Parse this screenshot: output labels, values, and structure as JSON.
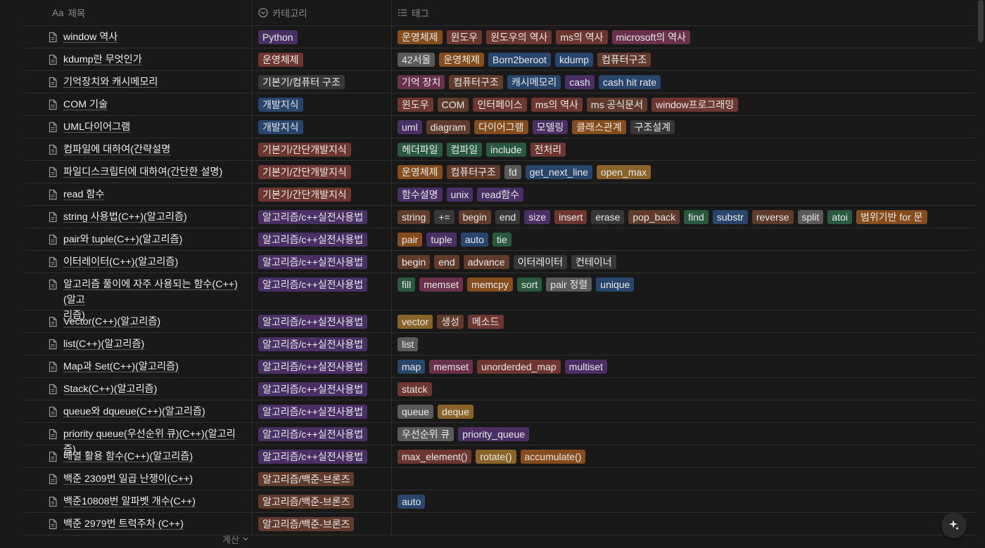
{
  "columns": {
    "title": "제목",
    "title_prefix": "Aa",
    "category": "카테고리",
    "tags": "태그"
  },
  "rows": [
    {
      "title": "window 역사",
      "category": {
        "label": "Python",
        "color": "purple"
      },
      "tags": [
        {
          "label": "운영체제",
          "color": "orange"
        },
        {
          "label": "윈도우",
          "color": "red"
        },
        {
          "label": "윈도우의 역사",
          "color": "red"
        },
        {
          "label": "ms의 역사",
          "color": "red"
        },
        {
          "label": "microsoft의 역사",
          "color": "pink"
        }
      ]
    },
    {
      "title": "kdump란 무엇인가",
      "category": {
        "label": "운영체제",
        "color": "red"
      },
      "tags": [
        {
          "label": "42서울",
          "color": "gray"
        },
        {
          "label": "운영체제",
          "color": "orange"
        },
        {
          "label": "Born2beroot",
          "color": "blue"
        },
        {
          "label": "kdump",
          "color": "blue"
        },
        {
          "label": "컴퓨터구조",
          "color": "brown"
        }
      ]
    },
    {
      "title": "기억장치와 캐시메모리",
      "category": {
        "label": "기본기/컴퓨터 구조",
        "color": "default"
      },
      "tags": [
        {
          "label": "기억 장치",
          "color": "pink"
        },
        {
          "label": "컴퓨터구조",
          "color": "brown"
        },
        {
          "label": "캐시메모리",
          "color": "blue"
        },
        {
          "label": "cash",
          "color": "purple"
        },
        {
          "label": "cash hit rate",
          "color": "blue"
        }
      ]
    },
    {
      "title": "COM 기술",
      "category": {
        "label": "개발지식",
        "color": "blue"
      },
      "tags": [
        {
          "label": "윈도우",
          "color": "red"
        },
        {
          "label": "COM",
          "color": "brown"
        },
        {
          "label": "인터페이스",
          "color": "red"
        },
        {
          "label": "ms의 역사",
          "color": "red"
        },
        {
          "label": "ms 공식문서",
          "color": "brown"
        },
        {
          "label": "window프로그래밍",
          "color": "red"
        }
      ]
    },
    {
      "title": "UML다이어그램",
      "category": {
        "label": "개발지식",
        "color": "blue"
      },
      "tags": [
        {
          "label": "uml",
          "color": "purple"
        },
        {
          "label": "diagram",
          "color": "brown"
        },
        {
          "label": "다이어그램",
          "color": "orange"
        },
        {
          "label": "모델링",
          "color": "purple"
        },
        {
          "label": "클래스관계",
          "color": "orange"
        },
        {
          "label": "구조설계",
          "color": "default"
        }
      ]
    },
    {
      "title": "컴파일에 대하여(간략설명",
      "category": {
        "label": "기본기/간단개발지식",
        "color": "red"
      },
      "tags": [
        {
          "label": "헤더파일",
          "color": "green"
        },
        {
          "label": "컴파일",
          "color": "green"
        },
        {
          "label": "include",
          "color": "green"
        },
        {
          "label": "전처리",
          "color": "red"
        }
      ]
    },
    {
      "title": "파일디스크립터에 대하여(간단한 설명)",
      "category": {
        "label": "기본기/간단개발지식",
        "color": "red"
      },
      "tags": [
        {
          "label": "운영체제",
          "color": "orange"
        },
        {
          "label": "컴퓨터구조",
          "color": "brown"
        },
        {
          "label": "fd",
          "color": "gray"
        },
        {
          "label": "get_next_line",
          "color": "blue"
        },
        {
          "label": "open_max",
          "color": "yellow"
        }
      ]
    },
    {
      "title": "read 함수",
      "category": {
        "label": "기본기/간단개발지식",
        "color": "red"
      },
      "tags": [
        {
          "label": "함수설명",
          "color": "purple"
        },
        {
          "label": "unix",
          "color": "purple"
        },
        {
          "label": "read함수",
          "color": "purple"
        }
      ]
    },
    {
      "title": "string 사용법(C++)(알고리즘)",
      "category": {
        "label": "알고리즘/c++실전사용법",
        "color": "purple"
      },
      "tags": [
        {
          "label": "string",
          "color": "brown"
        },
        {
          "label": "+=",
          "color": "default"
        },
        {
          "label": "begin",
          "color": "brown"
        },
        {
          "label": "end",
          "color": "default"
        },
        {
          "label": "size",
          "color": "purple"
        },
        {
          "label": "insert",
          "color": "red"
        },
        {
          "label": "erase",
          "color": "default"
        },
        {
          "label": "pop_back",
          "color": "brown"
        },
        {
          "label": "find",
          "color": "green"
        },
        {
          "label": "substr",
          "color": "blue"
        },
        {
          "label": "reverse",
          "color": "brown"
        },
        {
          "label": "split",
          "color": "gray"
        },
        {
          "label": "atoi",
          "color": "green"
        },
        {
          "label": "범위기반 for 문",
          "color": "orange"
        }
      ]
    },
    {
      "title": "pair와 tuple(C++)(알고리즘)",
      "category": {
        "label": "알고리즘/c++실전사용법",
        "color": "purple"
      },
      "tags": [
        {
          "label": "pair",
          "color": "orange"
        },
        {
          "label": "tuple",
          "color": "purple"
        },
        {
          "label": "auto",
          "color": "blue"
        },
        {
          "label": "tie",
          "color": "green"
        }
      ]
    },
    {
      "title": "이터레이터(C++)(알고리즘)",
      "category": {
        "label": "알고리즘/c++실전사용법",
        "color": "purple"
      },
      "tags": [
        {
          "label": "begin",
          "color": "brown"
        },
        {
          "label": "end",
          "color": "brown"
        },
        {
          "label": "advance",
          "color": "brown"
        },
        {
          "label": "이터레이터",
          "color": "default"
        },
        {
          "label": "컨테이너",
          "color": "default"
        }
      ]
    },
    {
      "title": "알고리즘 풀이에 자주 사용되는 함수(C++)(알고리즘)",
      "title_lines": [
        "알고리즘 풀이에 자주 사용되는 함수(C++)(알고",
        "리즘)"
      ],
      "category": {
        "label": "알고리즘/c++실전사용법",
        "color": "purple"
      },
      "tags": [
        {
          "label": "fill",
          "color": "green"
        },
        {
          "label": "memset",
          "color": "pink"
        },
        {
          "label": "memcpy",
          "color": "orange"
        },
        {
          "label": "sort",
          "color": "green"
        },
        {
          "label": "pair 정렬",
          "color": "gray"
        },
        {
          "label": "unique",
          "color": "blue"
        }
      ]
    },
    {
      "title": "Vector(C++)(알고리즘)",
      "category": {
        "label": "알고리즘/c++실전사용법",
        "color": "purple"
      },
      "tags": [
        {
          "label": "vector",
          "color": "yellow"
        },
        {
          "label": "생성",
          "color": "brown"
        },
        {
          "label": "메소드",
          "color": "red"
        }
      ]
    },
    {
      "title": "list(C++)(알고리즘)",
      "category": {
        "label": "알고리즘/c++실전사용법",
        "color": "purple"
      },
      "tags": [
        {
          "label": "list",
          "color": "gray"
        }
      ]
    },
    {
      "title": "Map과 Set(C++)(알고리즘)",
      "category": {
        "label": "알고리즘/c++실전사용법",
        "color": "purple"
      },
      "tags": [
        {
          "label": "map",
          "color": "blue"
        },
        {
          "label": "memset",
          "color": "pink"
        },
        {
          "label": "unorderded_map",
          "color": "red"
        },
        {
          "label": "multiset",
          "color": "purple"
        }
      ]
    },
    {
      "title": "Stack(C++)(알고리즘)",
      "category": {
        "label": "알고리즘/c++실전사용법",
        "color": "purple"
      },
      "tags": [
        {
          "label": "statck",
          "color": "red"
        }
      ]
    },
    {
      "title": "queue와 dqueue(C++)(알고리즘)",
      "category": {
        "label": "알고리즘/c++실전사용법",
        "color": "purple"
      },
      "tags": [
        {
          "label": "queue",
          "color": "gray"
        },
        {
          "label": "deque",
          "color": "yellow"
        }
      ]
    },
    {
      "title": "priority queue(우선순위 큐)(C++)(알고리즘)",
      "category": {
        "label": "알고리즘/c++실전사용법",
        "color": "purple"
      },
      "tags": [
        {
          "label": "우선순위 큐",
          "color": "gray"
        },
        {
          "label": "priority_queue",
          "color": "purple"
        }
      ]
    },
    {
      "title": "배열 활용 함수(C++)(알고리즘)",
      "category": {
        "label": "알고리즘/c++실전사용법",
        "color": "purple"
      },
      "tags": [
        {
          "label": "max_element()",
          "color": "red"
        },
        {
          "label": "rotate()",
          "color": "yellow"
        },
        {
          "label": "accumulate()",
          "color": "orange"
        }
      ]
    },
    {
      "title": "백준 2309번 일곱 난쟁이(C++)",
      "category": {
        "label": "알고리즘/백준-브론즈",
        "color": "brown"
      },
      "tags": []
    },
    {
      "title": "백준10808번 알파벳 개수(C++)",
      "category": {
        "label": "알고리즘/백준-브론즈",
        "color": "brown"
      },
      "tags": [
        {
          "label": "auto",
          "color": "blue"
        }
      ]
    },
    {
      "title": "백준 2979번 트럭주차 (C++)",
      "category": {
        "label": "알고리즘/백준-브론즈",
        "color": "brown"
      },
      "tags": []
    }
  ],
  "footer": {
    "calc_label": "계산"
  }
}
